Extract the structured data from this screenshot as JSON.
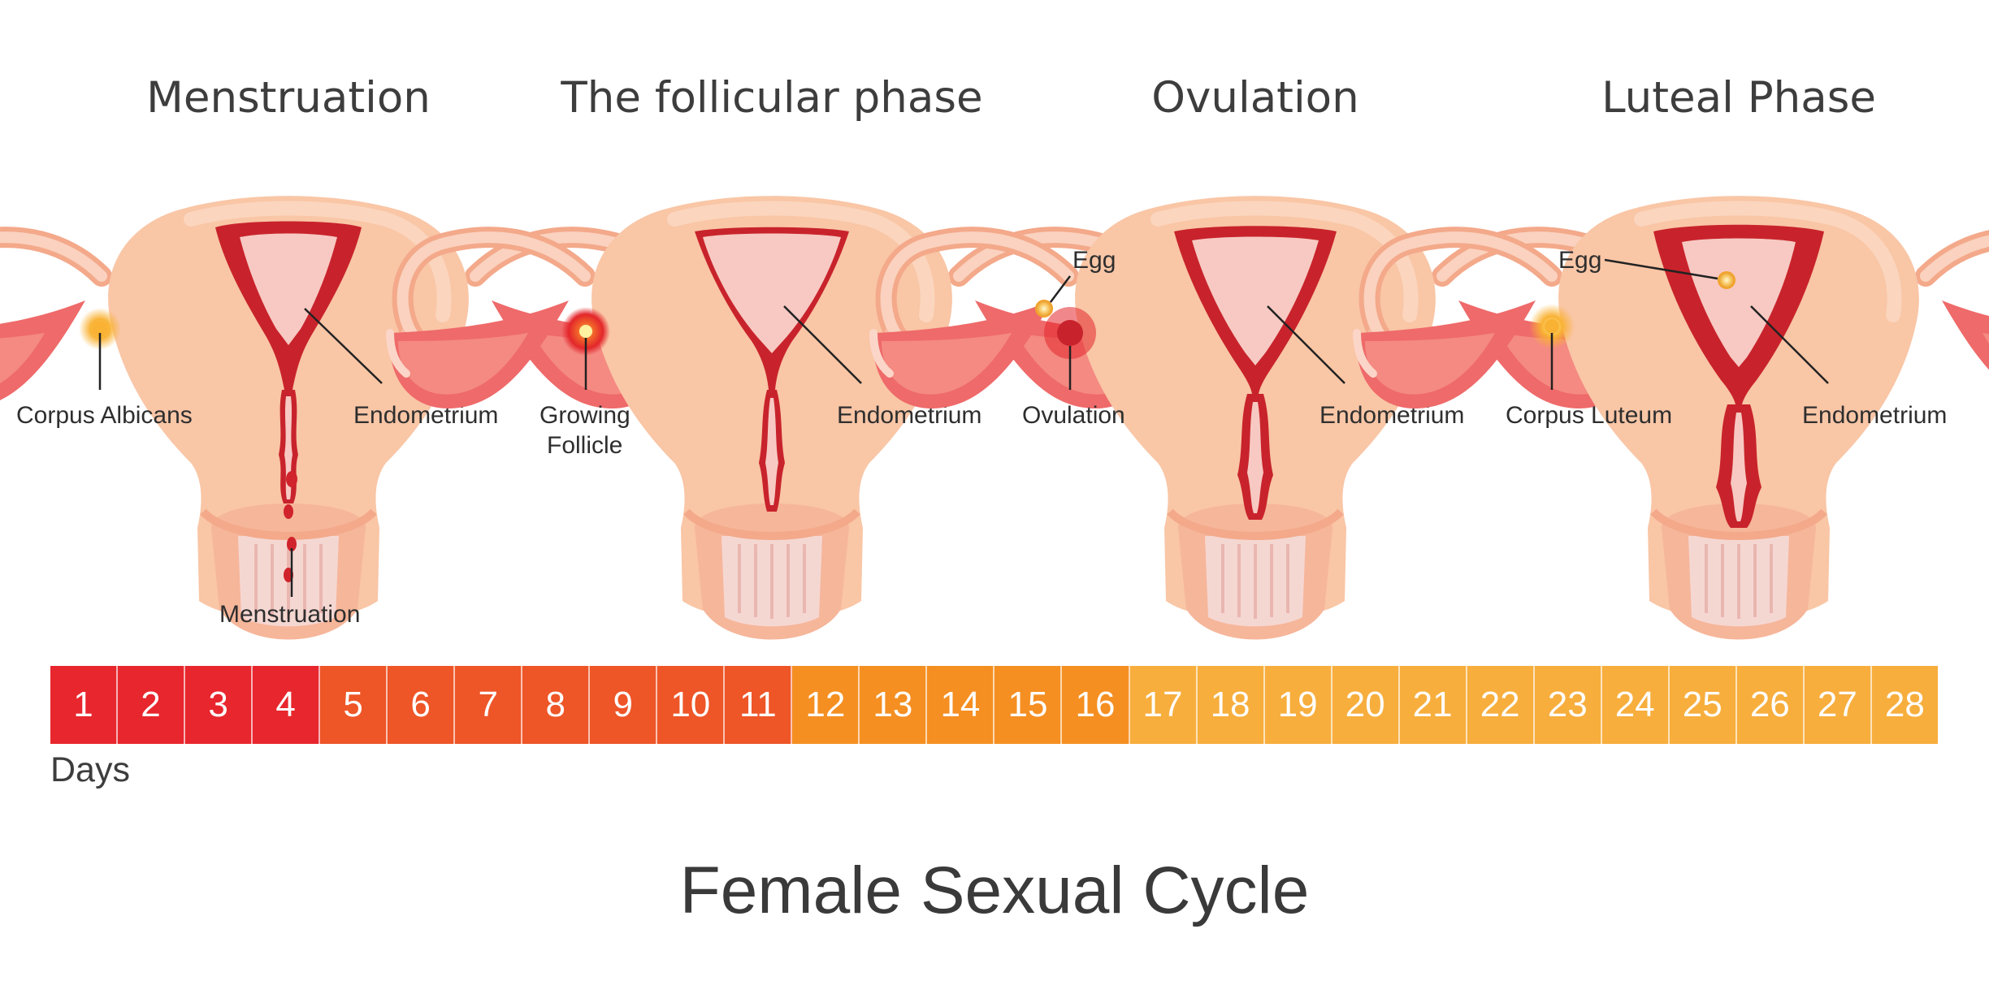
{
  "phases": [
    {
      "title": "Menstruation",
      "labels": {
        "left": "Corpus Albicans",
        "right": "Endometrium",
        "bottom": "Menstruation"
      }
    },
    {
      "title": "The follicular phase",
      "labels": {
        "left_line1": "Growing",
        "left_line2": "Follicle",
        "right": "Endometrium"
      }
    },
    {
      "title": "Ovulation",
      "labels": {
        "egg": "Egg",
        "left": "Ovulation",
        "right": "Endometrium"
      }
    },
    {
      "title": "Luteal Phase",
      "labels": {
        "egg": "Egg",
        "left": "Corpus Luteum",
        "right": "Endometrium"
      }
    }
  ],
  "days": [
    {
      "n": "1",
      "color": "#e8262d"
    },
    {
      "n": "2",
      "color": "#e8262d"
    },
    {
      "n": "3",
      "color": "#e8262d"
    },
    {
      "n": "4",
      "color": "#e8262d"
    },
    {
      "n": "5",
      "color": "#ee5527"
    },
    {
      "n": "6",
      "color": "#ee5527"
    },
    {
      "n": "7",
      "color": "#ee5527"
    },
    {
      "n": "8",
      "color": "#ee5527"
    },
    {
      "n": "9",
      "color": "#ee5527"
    },
    {
      "n": "10",
      "color": "#ee5527"
    },
    {
      "n": "11",
      "color": "#ee5527"
    },
    {
      "n": "12",
      "color": "#f58f22"
    },
    {
      "n": "13",
      "color": "#f58f22"
    },
    {
      "n": "14",
      "color": "#f58f22"
    },
    {
      "n": "15",
      "color": "#f58f22"
    },
    {
      "n": "16",
      "color": "#f58f22"
    },
    {
      "n": "17",
      "color": "#f7ae3d"
    },
    {
      "n": "18",
      "color": "#f7ae3d"
    },
    {
      "n": "19",
      "color": "#f7ae3d"
    },
    {
      "n": "20",
      "color": "#f7ae3d"
    },
    {
      "n": "21",
      "color": "#f7ae3d"
    },
    {
      "n": "22",
      "color": "#f7ae3d"
    },
    {
      "n": "23",
      "color": "#f7ae3d"
    },
    {
      "n": "24",
      "color": "#f7ae3d"
    },
    {
      "n": "25",
      "color": "#f7ae3d"
    },
    {
      "n": "26",
      "color": "#f7ae3d"
    },
    {
      "n": "27",
      "color": "#f7ae3d"
    },
    {
      "n": "28",
      "color": "#f7ae3d"
    }
  ],
  "days_label": "Days",
  "main_title": "Female Sexual Cycle",
  "colors": {
    "tissue": "#f9c6a6",
    "tissue_dark": "#f3a98a",
    "ovary": "#ef6a6a",
    "endometrium": "#c8232c",
    "cavity": "#f7c9c2",
    "text": "#3d3d3d"
  }
}
